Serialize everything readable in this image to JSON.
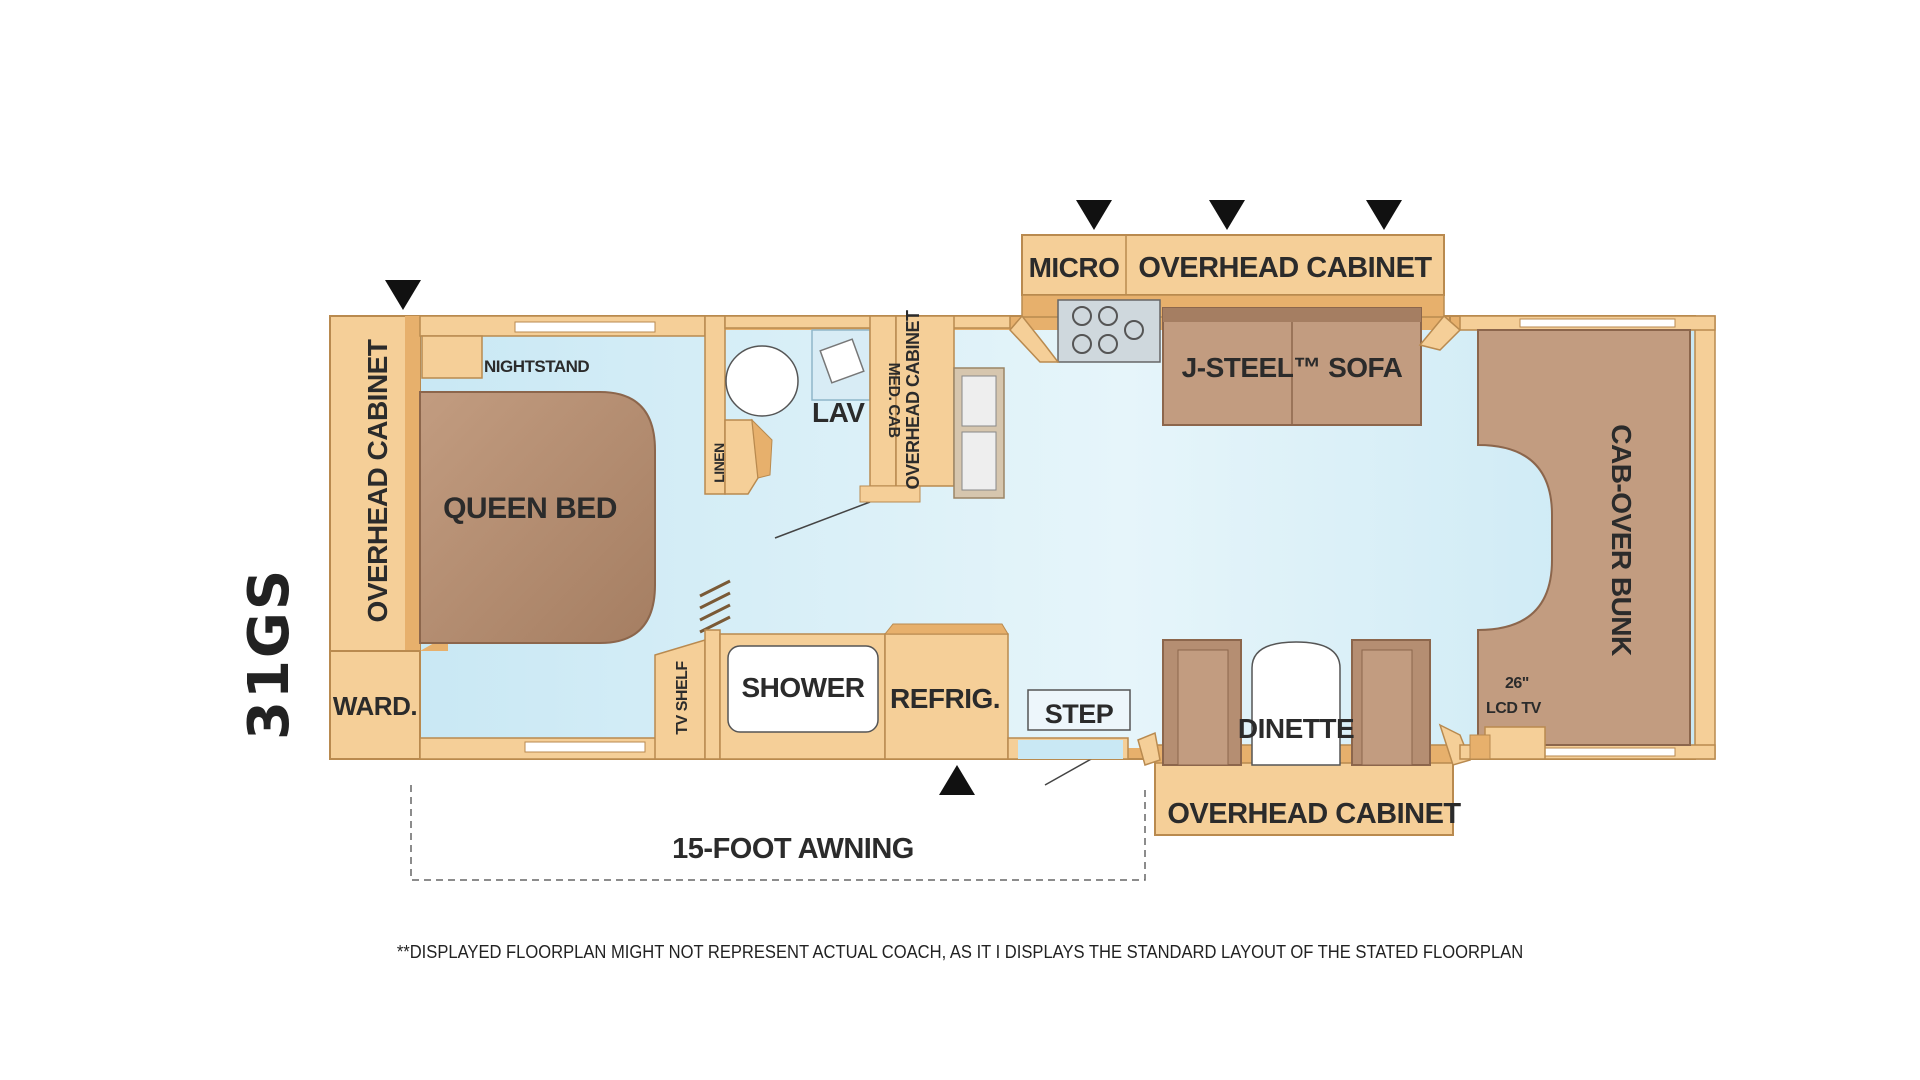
{
  "model": "31GS",
  "disclaimer": "**DISPLAYED FLOORPLAN MIGHT NOT REPRESENT ACTUAL COACH, AS IT I DISPLAYS THE STANDARD LAYOUT OF THE STATED FLOORPLAN",
  "labels": {
    "overhead_rear": "OVERHEAD CABINET",
    "nightstand": "NIGHTSTAND",
    "queen_bed": "QUEEN BED",
    "wardrobe": "WARD.",
    "linen": "LINEN",
    "lav": "LAV",
    "med_cab": "MED. CAB",
    "overhead_bath": "OVERHEAD CABINET",
    "tv_shelf": "TV SHELF",
    "shower": "SHOWER",
    "refrig": "REFRIG.",
    "step": "STEP",
    "micro": "MICRO",
    "overhead_top": "OVERHEAD CABINET",
    "sofa": "J-STEEL™ SOFA",
    "dinette": "DINETTE",
    "overhead_bottom": "OVERHEAD CABINET",
    "cab_over_bunk": "CAB-OVER BUNK",
    "lcd_tv_size": "26\"",
    "lcd_tv": "LCD TV",
    "awning": "15-FOOT AWNING"
  },
  "colors": {
    "cabinet": "#f5cf98",
    "cabinet_dark": "#e7b06c",
    "cabinet_edge": "#b98a4f",
    "floor": "#c9e8f4",
    "floor_light": "#e4f4fa",
    "bed": "#b58e72",
    "bed_dark": "#9a7359",
    "wall": "#d8a866"
  }
}
